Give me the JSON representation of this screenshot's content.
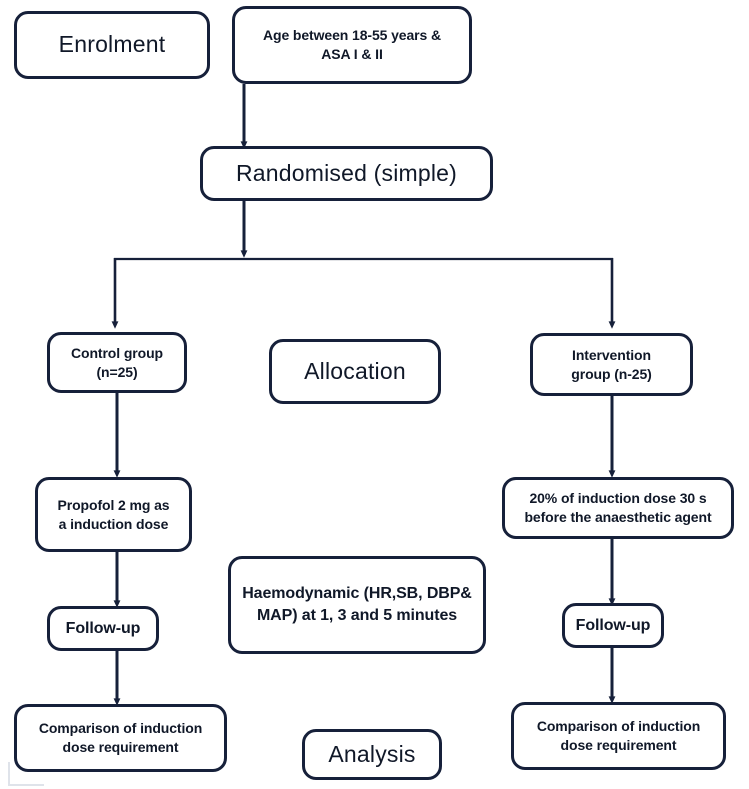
{
  "diagram": {
    "title": "CONSORT trial flow diagram",
    "type": "flowchart",
    "stroke_color": "#16203a",
    "background_color": "#ffffff",
    "text_color": "#101828"
  },
  "stages": {
    "enrolment": "Enrolment",
    "allocation": "Allocation",
    "analysis": "Analysis"
  },
  "nodes": {
    "eligibility": "Age between 18-55 years &\nASA I & II",
    "randomised": "Randomised (simple)",
    "control_group": "Control group\n(n=25)",
    "intervention_group": "Intervention\ngroup (n-25)",
    "control_dose": "Propofol 2 mg as\na induction dose",
    "intervention_dose": "20% of induction dose 30 s\nbefore the anaesthetic agent",
    "haemodynamic": "Haemodynamic (HR,SB, DBP&\nMAP) at 1, 3 and 5 minutes",
    "control_followup": "Follow-up",
    "intervention_followup": "Follow-up",
    "control_comparison": "Comparison of induction\ndose requirement",
    "intervention_comparison": "Comparison of induction\ndose requirement"
  },
  "edges": [
    {
      "name": "eligibility-to-randomised",
      "from": "eligibility",
      "to": "randomised",
      "style": "arrow"
    },
    {
      "name": "randomised-to-split",
      "from": "randomised",
      "to": "allocation-split",
      "style": "arrow"
    },
    {
      "name": "split-to-control-group",
      "from": "allocation-split",
      "to": "control_group",
      "style": "arrow"
    },
    {
      "name": "split-to-intervention-group",
      "from": "allocation-split",
      "to": "intervention_group",
      "style": "arrow"
    },
    {
      "name": "control-group-to-dose",
      "from": "control_group",
      "to": "control_dose",
      "style": "arrow"
    },
    {
      "name": "intervention-group-to-dose",
      "from": "intervention_group",
      "to": "intervention_dose",
      "style": "arrow"
    },
    {
      "name": "control-dose-to-followup",
      "from": "control_dose",
      "to": "control_followup",
      "style": "arrow"
    },
    {
      "name": "intervention-dose-to-followup",
      "from": "intervention_dose",
      "to": "intervention_followup",
      "style": "arrow"
    },
    {
      "name": "control-followup-to-comparison",
      "from": "control_followup",
      "to": "control_comparison",
      "style": "arrow"
    },
    {
      "name": "intervention-followup-to-comparison",
      "from": "intervention_followup",
      "to": "intervention_comparison",
      "style": "arrow"
    }
  ]
}
